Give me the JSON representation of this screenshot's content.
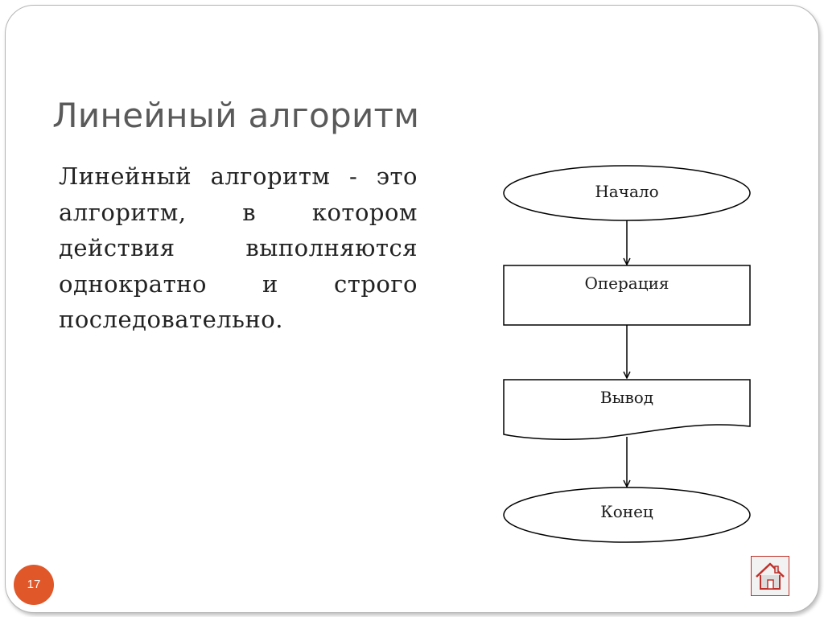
{
  "slide": {
    "title": "Линейный алгоритм",
    "body": "Линейный алгоритм - это алгоритм, в котором действия выполняются однократно и строго последовательно.",
    "number": "17"
  },
  "flowchart": {
    "nodes": [
      {
        "id": "start",
        "shape": "terminator",
        "label": "Начало"
      },
      {
        "id": "operation",
        "shape": "process",
        "label": "Операция"
      },
      {
        "id": "output",
        "shape": "document",
        "label": "Вывод"
      },
      {
        "id": "end",
        "shape": "terminator",
        "label": "Конец"
      }
    ],
    "edges": [
      {
        "from": "start",
        "to": "operation"
      },
      {
        "from": "operation",
        "to": "output"
      },
      {
        "from": "output",
        "to": "end"
      }
    ]
  },
  "navigation": {
    "home_icon": "home-icon"
  },
  "colors": {
    "title": "#5a5a5a",
    "badge": "#e0572a",
    "home_border": "#c0302a",
    "home_icon": "#c0302a"
  }
}
